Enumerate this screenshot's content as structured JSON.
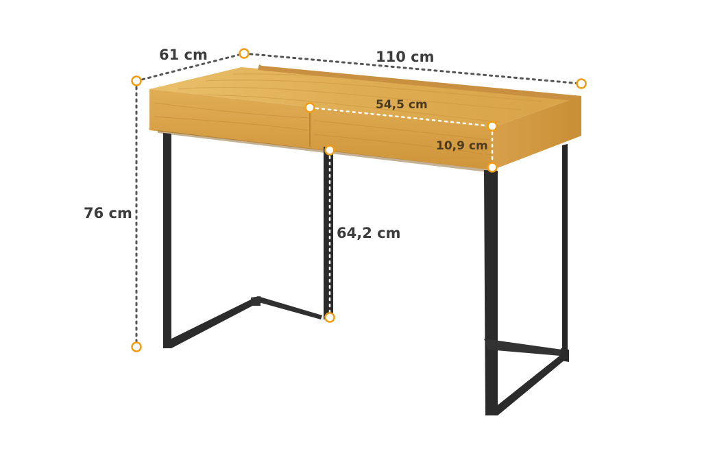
{
  "dimensions": {
    "depth": "61 cm",
    "width": "110 cm",
    "height": "76 cm",
    "drawer_width": "54,5 cm",
    "drawer_height": "10,9 cm",
    "clearance_height": "64,2 cm"
  },
  "colors": {
    "marker": "#f39c12",
    "dimension_line": "#555555",
    "label": "#3c3c3c",
    "wood_light": "#e2b35a",
    "wood_mid": "#d39a3c",
    "wood_dark": "#b87d28",
    "metal": "#2b2b2b"
  },
  "icons": {
    "marker": "circle-marker-icon"
  }
}
